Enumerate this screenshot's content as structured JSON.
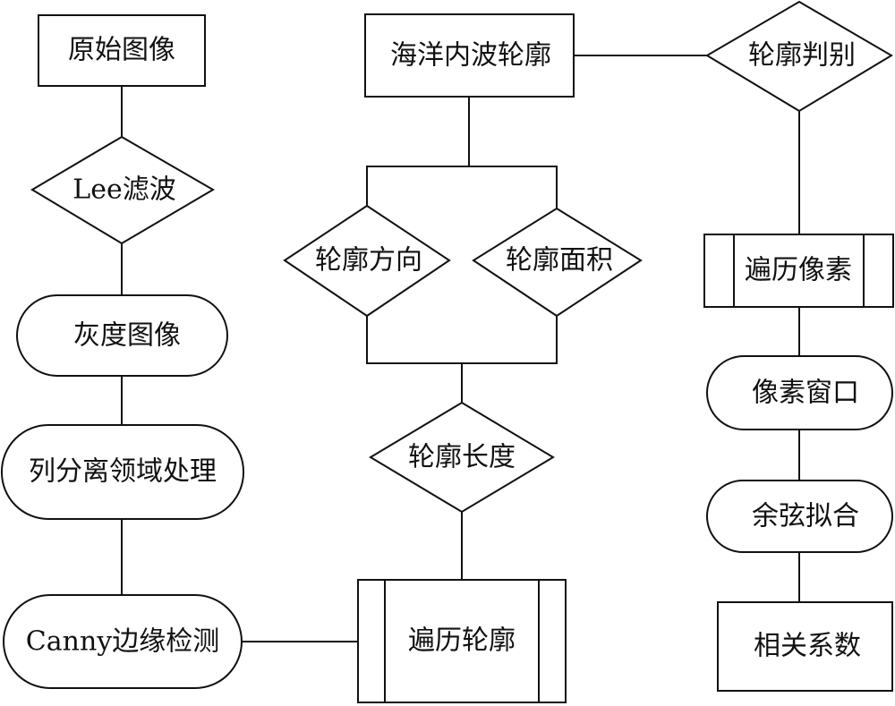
{
  "nodes": {
    "original_image": "原始图像",
    "lee_filter": "Lee滤波",
    "gray_image": "灰度图像",
    "column_separation": "列分离领域处理",
    "canny_edge": "Canny边缘检测",
    "internal_wave_contour": "海洋内波轮廓",
    "contour_direction": "轮廓方向",
    "contour_area": "轮廓面积",
    "contour_length": "轮廓长度",
    "traverse_contour": "遍历轮廓",
    "contour_judgment": "轮廓判别",
    "traverse_pixels": "遍历像素",
    "pixel_window": "像素窗口",
    "cosine_fitting": "余弦拟合",
    "correlation_coefficient": "相关系数"
  }
}
